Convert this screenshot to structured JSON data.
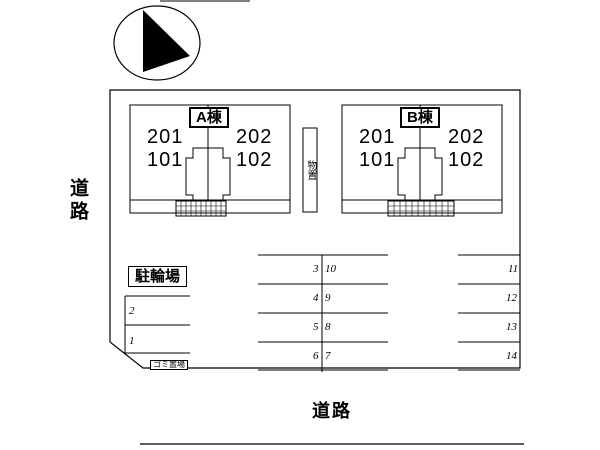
{
  "compass": {
    "icon": "north-arrow-icon"
  },
  "buildings": [
    {
      "name": "A棟",
      "upper": [
        "201",
        "202"
      ],
      "lower": [
        "101",
        "102"
      ]
    },
    {
      "name": "B棟",
      "upper": [
        "201",
        "202"
      ],
      "lower": [
        "101",
        "102"
      ]
    }
  ],
  "storage_label": "物置",
  "bicycle_parking_label": "駐輪場",
  "garbage_label": "ゴミ置場",
  "road_left_label": "道路",
  "road_bottom_label": "道路",
  "parking_numbers": {
    "left_column": [
      "2",
      "1"
    ],
    "middle_left": [
      "3",
      "4",
      "5",
      "6"
    ],
    "middle_right": [
      "10",
      "9",
      "8",
      "7"
    ],
    "right_column": [
      "11",
      "12",
      "13",
      "14"
    ]
  }
}
